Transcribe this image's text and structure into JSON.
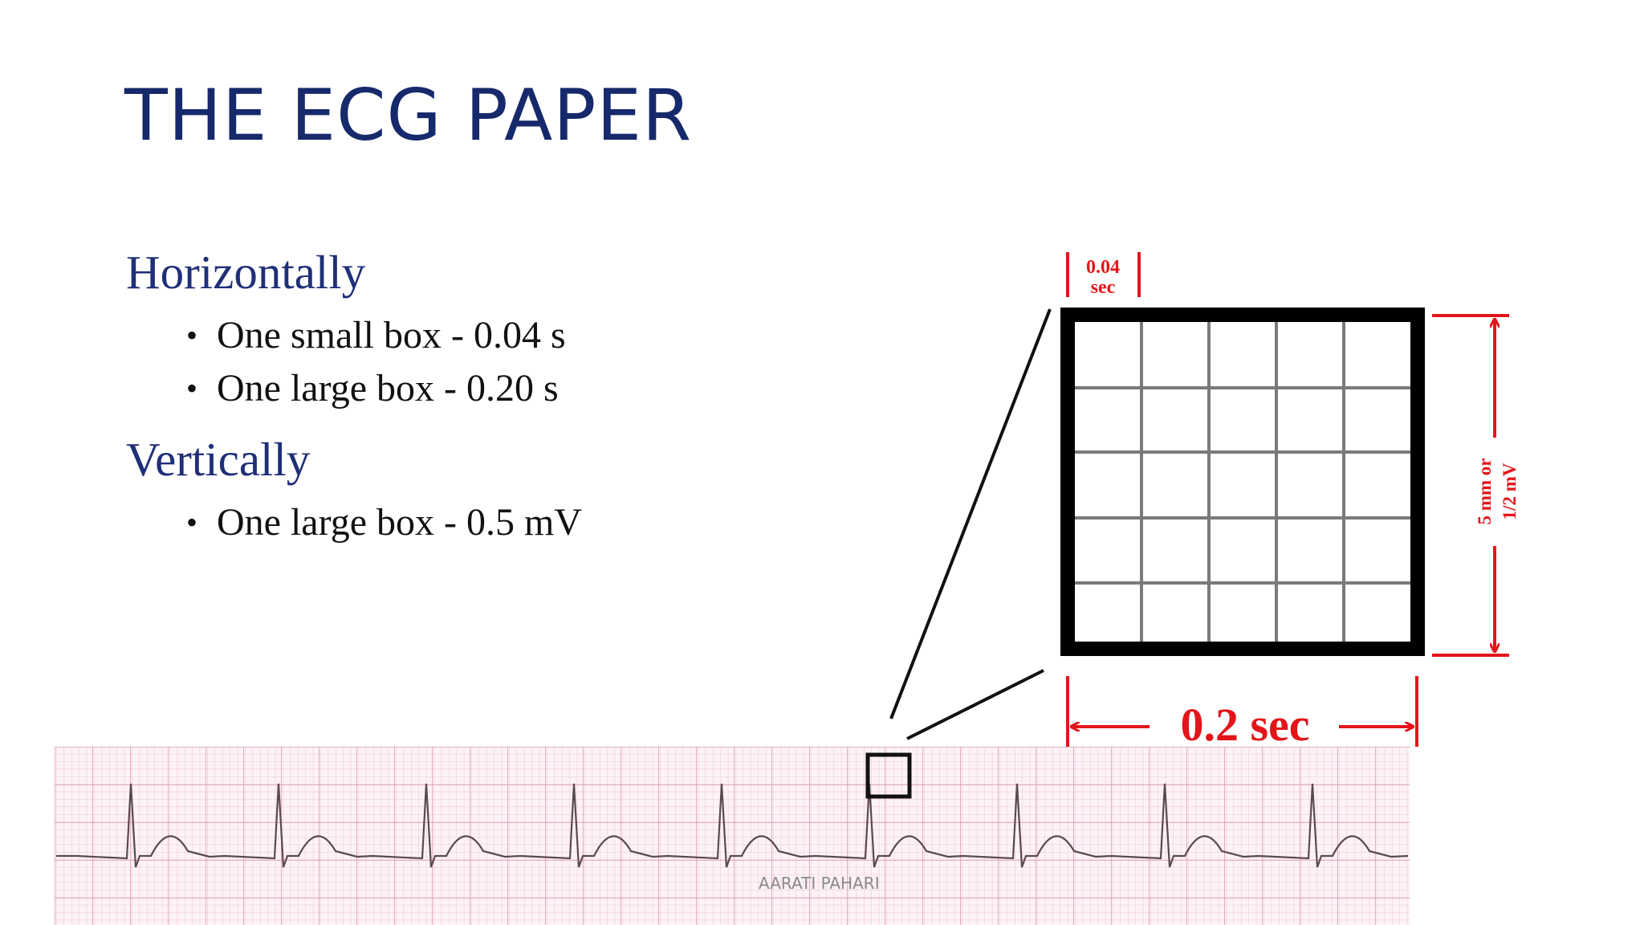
{
  "slide": {
    "title": "THE ECG PAPER",
    "sections": [
      {
        "heading": "Horizontally",
        "bullets": [
          "One small box - 0.04 s",
          "One large box - 0.20 s"
        ]
      },
      {
        "heading": "Vertically",
        "bullets": [
          "One large box - 0.5 mV"
        ]
      }
    ],
    "bullet_glyph": "•"
  },
  "diagram": {
    "small_box_label_line1": "0.04",
    "small_box_label_line2": "sec",
    "large_box_width_label": "0.2 sec",
    "large_box_height_label_line1": "5 mm or",
    "large_box_height_label_line2": "1/2 mV",
    "annotation_color": "#e3151a",
    "grid_line_color": "#7a7a7a",
    "ecg_paper_grid_color": "#e8a3b4",
    "ecg_trace_color": "#5a4a4e"
  },
  "footer": {
    "watermark": "AARATI PAHARI"
  }
}
